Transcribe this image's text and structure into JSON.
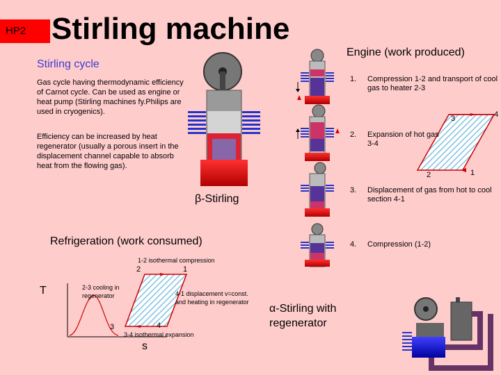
{
  "badge": "HP2",
  "title": "Stirling machine",
  "subtitle": "Stirling cycle",
  "paragraphs": {
    "p1": "Gas cycle having thermodynamic efficiency of Carnot cycle. Can be used as engine or heat pump (Stirling machines fy.Philips are used in cryogenics).",
    "p2": "Efficiency can be increased by heat regenerator (usually a porous insert in the displacement channel capable to absorb heat from the flowing gas)."
  },
  "engine": {
    "heading": "Engine (work produced)",
    "steps": [
      {
        "num": "1.",
        "text": "Compression 1-2 and transport  of cool gas to heater 2-3"
      },
      {
        "num": "2.",
        "text": "Expansion of hot gas 3-4"
      },
      {
        "num": "3.",
        "text": "Displacement of gas from hot to cool section 4-1"
      },
      {
        "num": "4.",
        "text": "Compression (1-2)"
      }
    ],
    "points": {
      "p1": "1",
      "p2": "2",
      "p3": "3",
      "p4": "4"
    }
  },
  "refrigeration": {
    "heading": "Refrigeration (work consumed)",
    "axis_t": "T",
    "axis_s": "s",
    "points": {
      "p1": "1",
      "p2": "2",
      "p3": "3",
      "p4": "4"
    },
    "labels": {
      "iso_comp": "1-2 isothermal compression",
      "cooling": "2-3 cooling in regenerator",
      "displacement": "4-1 displacement v=const. and heating in regenerator",
      "iso_exp": "3-4 isothermal expansion"
    }
  },
  "beta_label": "β-Stirling",
  "alpha_label": "α-Stirling with regenerator",
  "colors": {
    "background": "#ffcccc",
    "badge": "#ff0000",
    "accent_text": "#3b3bd0",
    "cycle_line": "#cc0000",
    "cycle_fill": "#88c8e8"
  }
}
